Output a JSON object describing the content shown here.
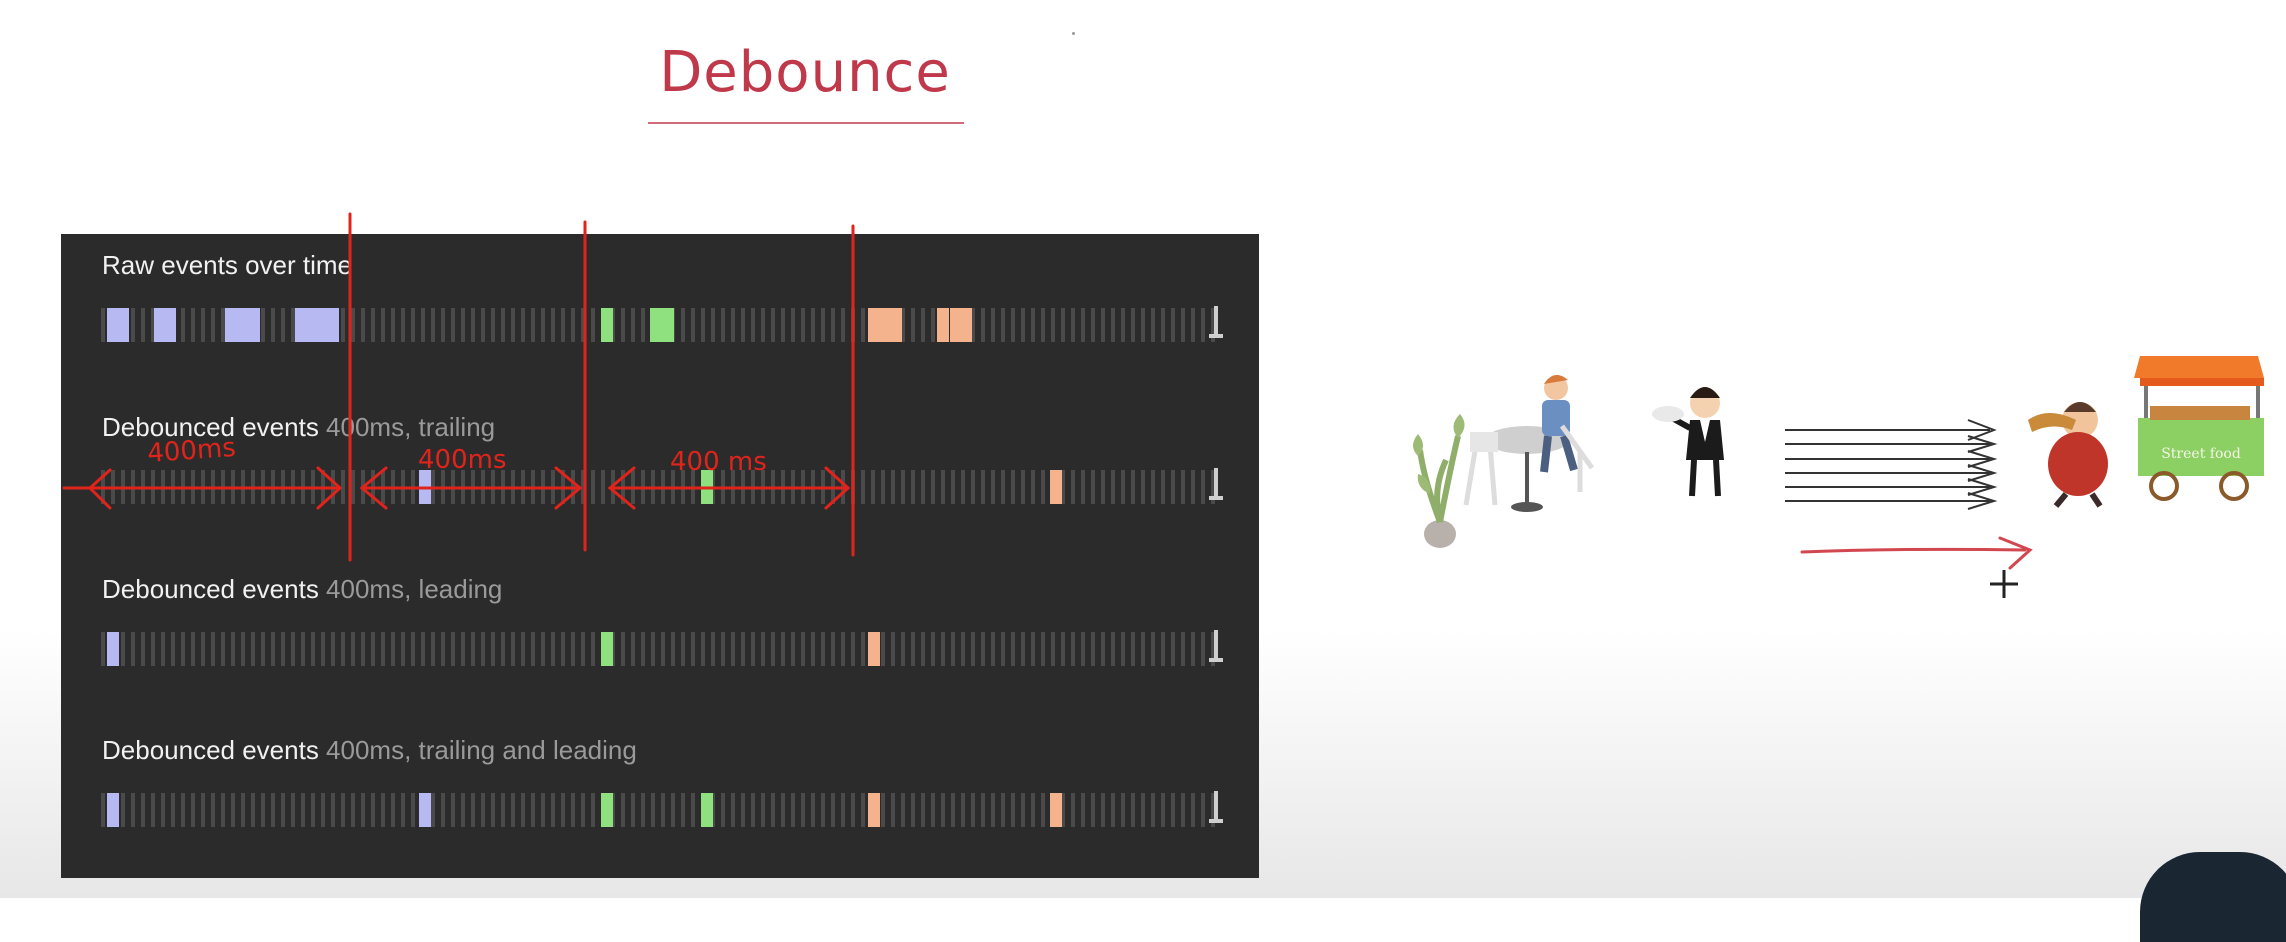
{
  "title": "Debounce",
  "panel": {
    "rows": [
      {
        "label": "Raw events over time",
        "sub": "",
        "events": [
          {
            "color": "blue",
            "pos": 0.3
          },
          {
            "color": "blue",
            "pos": 0.8
          },
          {
            "color": "blue",
            "pos": 2.6
          },
          {
            "color": "blue",
            "pos": 3.1
          },
          {
            "color": "blue",
            "pos": 6.1
          },
          {
            "color": "blue",
            "pos": 6.6
          },
          {
            "color": "blue",
            "pos": 7.2
          },
          {
            "color": "blue",
            "pos": 9.5
          },
          {
            "color": "blue",
            "pos": 10.0
          },
          {
            "color": "blue",
            "pos": 10.6
          },
          {
            "color": "blue",
            "pos": 11.1
          },
          {
            "color": "green",
            "pos": 24.5
          },
          {
            "color": "green",
            "pos": 26.9
          },
          {
            "color": "green",
            "pos": 27.5
          },
          {
            "color": "orange",
            "pos": 37.6
          },
          {
            "color": "orange",
            "pos": 38.2
          },
          {
            "color": "orange",
            "pos": 38.7
          },
          {
            "color": "orange",
            "pos": 41.0
          },
          {
            "color": "orange",
            "pos": 41.6
          },
          {
            "color": "orange",
            "pos": 42.1
          }
        ]
      },
      {
        "label": "Debounced events",
        "sub": " 400ms, trailing",
        "events": [
          {
            "color": "blue",
            "pos": 15.6
          },
          {
            "color": "green",
            "pos": 29.4
          },
          {
            "color": "orange",
            "pos": 46.5
          }
        ]
      },
      {
        "label": "Debounced events",
        "sub": " 400ms, leading",
        "events": [
          {
            "color": "blue",
            "pos": 0.3
          },
          {
            "color": "green",
            "pos": 24.5
          },
          {
            "color": "orange",
            "pos": 37.6
          }
        ]
      },
      {
        "label": "Debounced events",
        "sub": " 400ms, trailing and leading",
        "events": [
          {
            "color": "blue",
            "pos": 0.3
          },
          {
            "color": "blue",
            "pos": 15.6
          },
          {
            "color": "green",
            "pos": 24.5
          },
          {
            "color": "green",
            "pos": 29.4
          },
          {
            "color": "orange",
            "pos": 37.6
          },
          {
            "color": "orange",
            "pos": 46.5
          }
        ]
      }
    ]
  },
  "annotations": {
    "interval_labels": [
      "400ms",
      "400ms",
      "400 ms"
    ]
  },
  "colors": {
    "blue": "#b7b9f2",
    "green": "#8fe07e",
    "orange": "#f4b38d",
    "annotation": "#e0241b",
    "title": "#c0394b"
  },
  "illustration": {
    "sign_text": "Street food"
  }
}
